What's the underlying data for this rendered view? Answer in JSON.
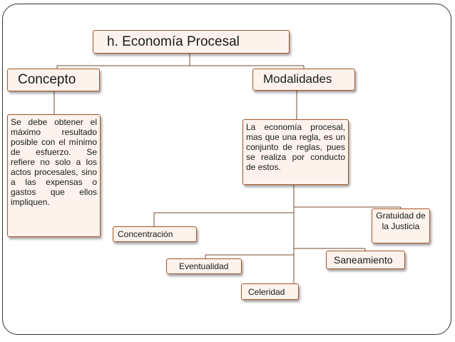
{
  "title": "h. Economía Procesal",
  "concepto": {
    "label": "Concepto",
    "text": "Se debe obtener el máximo resultado posible con el mínimo de esfuerzo. Se refiere no solo a los actos procesales, sino a las expensas o gastos que ellos impliquen."
  },
  "modalidades": {
    "label": "Modalidades",
    "text": "La economía procesal, mas que una regla, es un conjunto de reglas, pues se realiza por conducto de estos.",
    "items": {
      "concentracion": "Concentración",
      "eventualidad": "Eventualidad",
      "celeridad": "Celeridad",
      "saneamiento": "Saneamiento",
      "gratuidad": "Gratuidad de la Justicia"
    }
  },
  "colors": {
    "box_fill": "#fdf3ec",
    "box_border": "#a8542a",
    "connector": "#7a4a30"
  }
}
